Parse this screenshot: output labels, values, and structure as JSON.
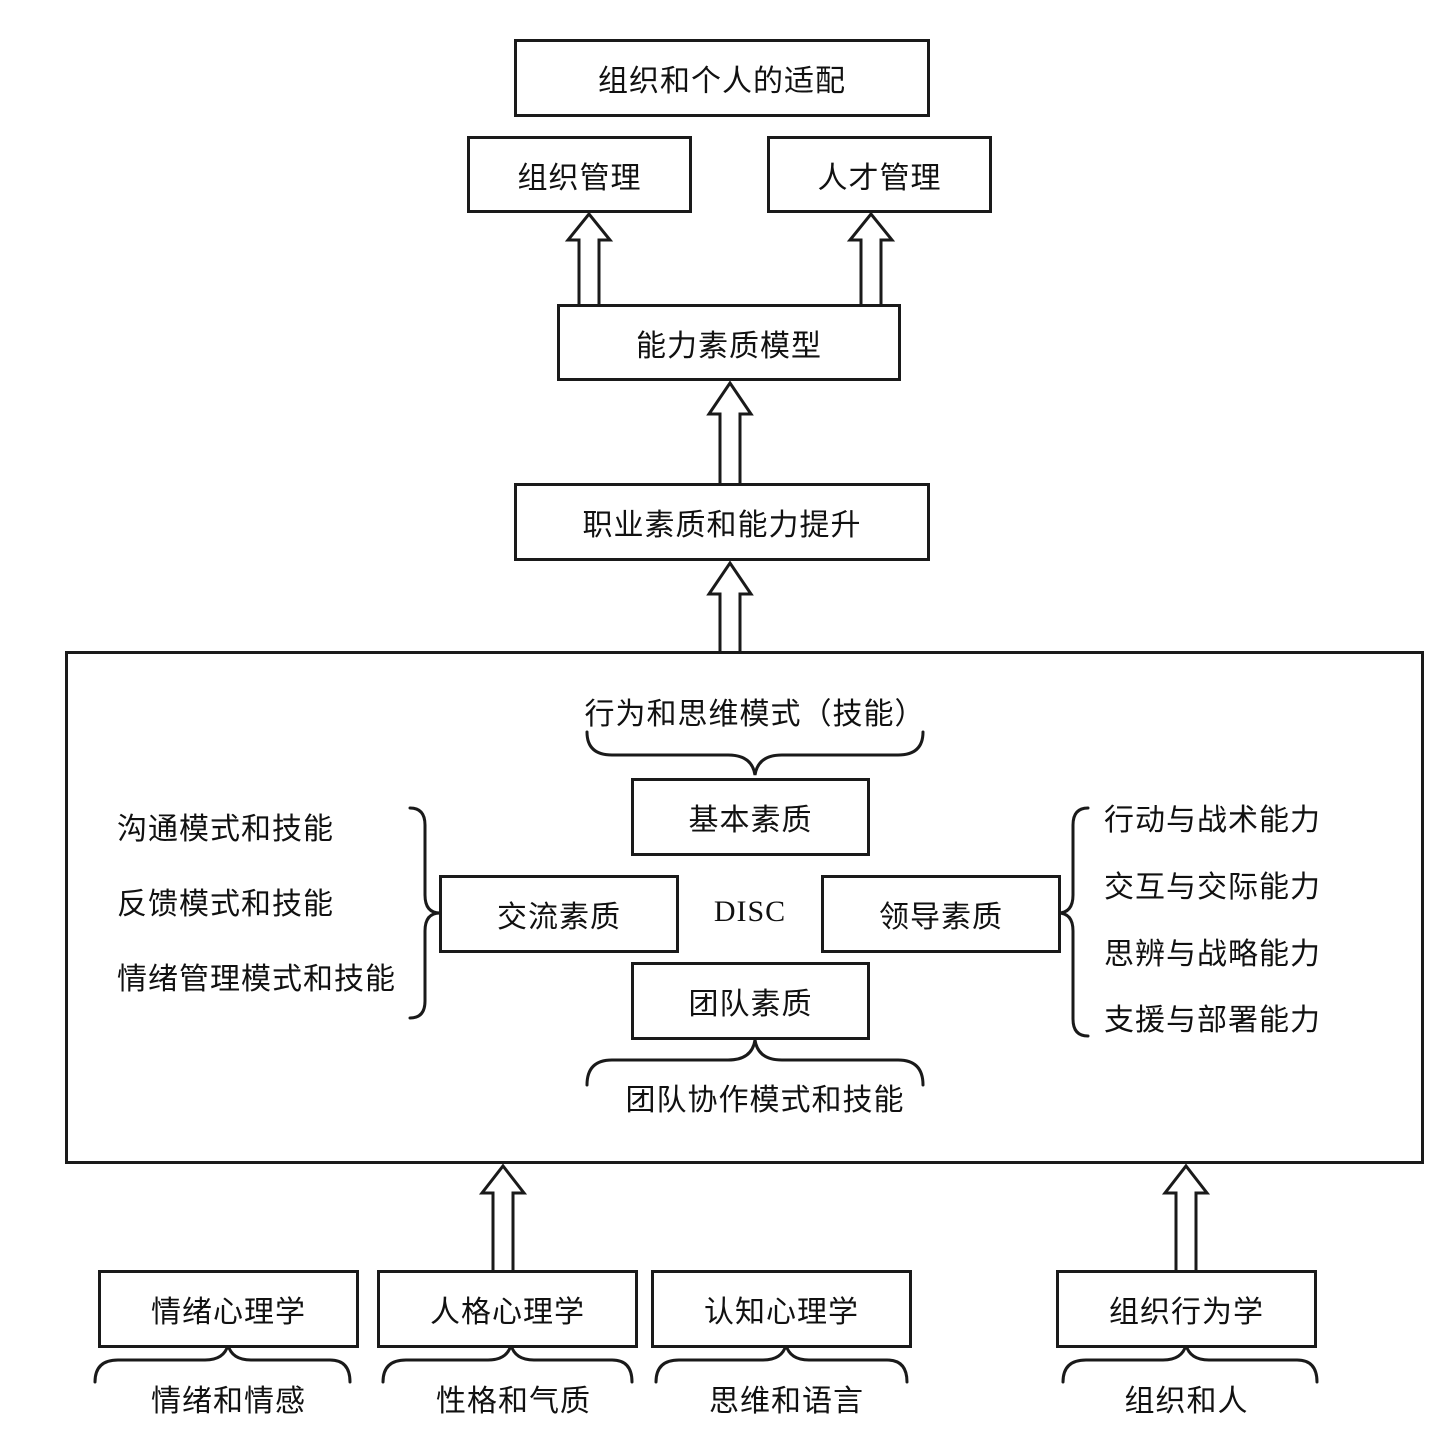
{
  "top": {
    "fit": "组织和个人的适配",
    "org_mgmt": "组织管理",
    "talent_mgmt": "人才管理",
    "competency_model": "能力素质模型",
    "improvement": "职业素质和能力提升"
  },
  "core": {
    "behavior_mode": "行为和思维模式（技能）",
    "basic": "基本素质",
    "communication": "交流素质",
    "disc": "DISC",
    "leadership": "领导素质",
    "team": "团队素质",
    "teamwork": "团队协作模式和技能",
    "left_items": [
      "沟通模式和技能",
      "反馈模式和技能",
      "情绪管理模式和技能"
    ],
    "right_items": [
      "行动与战术能力",
      "交互与交际能力",
      "思辨与战略能力",
      "支援与部署能力"
    ]
  },
  "bottom": {
    "boxes": [
      "情绪心理学",
      "人格心理学",
      "认知心理学",
      "组织行为学"
    ],
    "labels": [
      "情绪和情感",
      "性格和气质",
      "思维和语言",
      "组织和人"
    ]
  }
}
